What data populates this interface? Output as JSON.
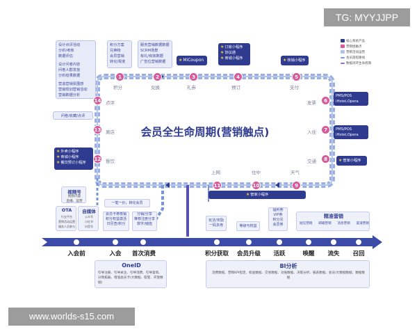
{
  "watermarks": {
    "top": "TG: MYYJJPP",
    "bottom": "www.worlds-s15.com"
  },
  "title": "会员全生命周期(营销触点)",
  "legend": {
    "items": [
      {
        "label": "核心系统产品",
        "color": "#2e3b8f"
      },
      {
        "label": "营销接触点",
        "color": "#d85a9a"
      },
      {
        "label": "营销活动运营",
        "color": "#b9c1ea"
      },
      {
        "label": "会员旅程路线",
        "color": "#7a95d6"
      },
      {
        "label": "数据闭环生命周期",
        "color": "#8e6fd0"
      }
    ]
  },
  "nodes": [
    {
      "num": "1",
      "stage": "积分"
    },
    {
      "num": "2",
      "stage": "兑换"
    },
    {
      "num": "3",
      "stage": "礼券"
    },
    {
      "num": "4",
      "stage": "预订"
    },
    {
      "num": "5",
      "stage": "支付"
    },
    {
      "num": "6",
      "stage": "发票"
    },
    {
      "num": "7",
      "stage": "入住"
    },
    {
      "num": "8",
      "stage": "交通"
    },
    {
      "num": "9",
      "stage": "天气"
    },
    {
      "num": "10",
      "stage": "住中"
    },
    {
      "num": "11",
      "stage": "上网"
    },
    {
      "num": "12",
      "stage": "餐饮"
    },
    {
      "num": "13",
      "stage": "离店"
    },
    {
      "num": "14",
      "stage": "点评"
    }
  ],
  "top_boxes": {
    "b1": [
      "设计点评活动",
      "分析/考核",
      "数据评估",
      "",
      "设计问卷内容",
      "问卷人群发放",
      "分析结果数据",
      "",
      "营造营销氛围感",
      "营销规划营销活动",
      "营销数据分析"
    ],
    "b2": [
      "积分方案",
      "兑换物",
      "会员营销",
      "转化/裂变"
    ],
    "b3": [
      "服务营销数据数据",
      "SCRM场景",
      "有礼/有效数据",
      "广告位营销数据"
    ],
    "b4": [
      "MiCoupon"
    ],
    "b5": [
      "订房小程序",
      "协议通",
      "商城小程序"
    ],
    "b6": [
      "核销小程序"
    ],
    "b7": [
      "PMS/POS",
      "iHotel,Opera"
    ],
    "b8": [
      "PMS/POS",
      "iHotel,Opera"
    ],
    "b9": [
      "管家小程序"
    ],
    "b10": [
      "外卖小程序",
      "商城小程序",
      "餐饮预订小程序"
    ],
    "b11": [
      "管家小程序"
    ],
    "b12": [
      "问卷/收藏/点评"
    ]
  },
  "timeline": {
    "stages": [
      "入会前",
      "入会",
      "首次消费",
      "积分获取",
      "会员升级",
      "活跃",
      "唤醒",
      "流失",
      "召回"
    ]
  },
  "left_panels": {
    "video": {
      "title": "视频号",
      "desc": [
        "视频内容",
        "直播、运营"
      ]
    },
    "ota": {
      "title": "OTA",
      "desc": [
        "行业平台",
        "营销活动运营",
        "服务人员参与"
      ]
    },
    "media": {
      "title": "自媒体",
      "desc": [
        "公众号",
        "小红书",
        "抖音号"
      ]
    },
    "guide": [
      "一笔一价，转化会员"
    ],
    "join": [
      "会员卡券核销",
      "积分权益激活",
      "日历查/积分"
    ],
    "first": [
      "分销/分享",
      "推荐注册分享",
      "数字/储值"
    ]
  },
  "right_panels": {
    "points": [
      "玩法/奖励",
      "一码多用"
    ],
    "upgrade": [
      "等级与权益"
    ],
    "active": [
      "福利券",
      "VIP券",
      "积分兑",
      "会员券"
    ],
    "precision": {
      "title": "精准营销",
      "items": [
        "短信营销",
        "邮箱营销",
        "消息营销",
        "渠道营销"
      ]
    }
  },
  "bottom": {
    "oneid": {
      "title": "OneID",
      "desc": "引导注册、引导关注、引导消费、引导复购、分销拓展、增强会员卡(大数据、裂变、开放数据)"
    },
    "bi": {
      "title": "BI分析",
      "desc": "消费数据、营销KPI指定、权益数据、交易数据、对账数据、决策分析、报表数据、会员/大数据数据、数据数据"
    }
  }
}
